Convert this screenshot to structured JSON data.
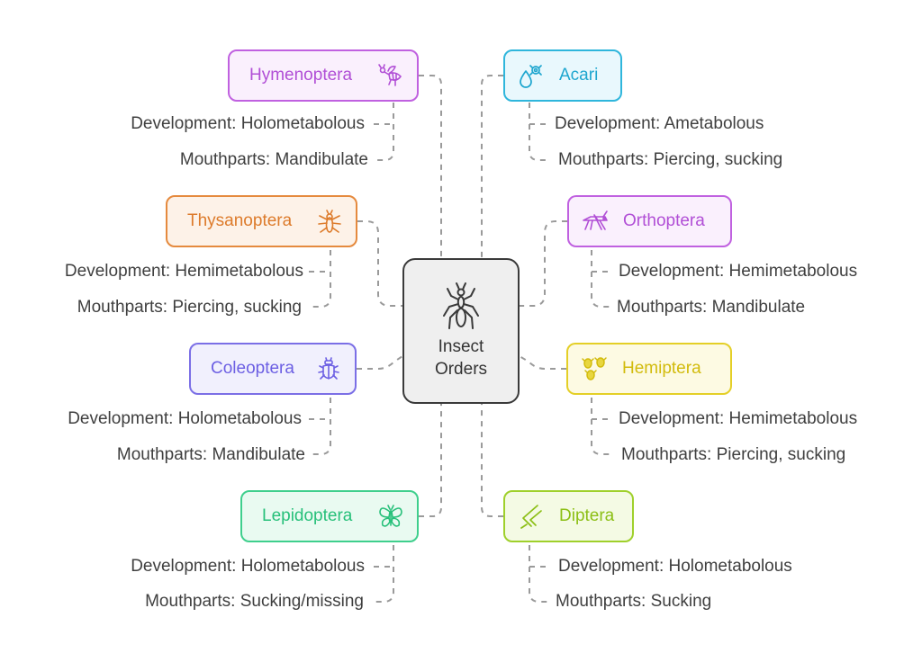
{
  "center": {
    "label": "Insect Orders",
    "icon": "ant-icon"
  },
  "orders": [
    {
      "id": "hymenoptera",
      "name": "Hymenoptera",
      "icon": "bee-icon",
      "color": "#c061e0",
      "development": "Development: Holometabolous",
      "mouthparts": "Mouthparts: Mandibulate"
    },
    {
      "id": "acari",
      "name": "Acari",
      "icon": "mite-drop-icon",
      "color": "#2fb6dc",
      "development": "Development: Ametabolous",
      "mouthparts": "Mouthparts: Piercing, sucking"
    },
    {
      "id": "thysanoptera",
      "name": "Thysanoptera",
      "icon": "thrips-icon",
      "color": "#e58a3e",
      "development": "Development: Hemimetabolous",
      "mouthparts": "Mouthparts: Piercing, sucking"
    },
    {
      "id": "orthoptera",
      "name": "Orthoptera",
      "icon": "grasshopper-icon",
      "color": "#c061e0",
      "development": "Development: Hemimetabolous",
      "mouthparts": "Mouthparts: Mandibulate"
    },
    {
      "id": "coleoptera",
      "name": "Coleoptera",
      "icon": "beetle-icon",
      "color": "#7b6fe6",
      "development": "Development: Holometabolous",
      "mouthparts": "Mouthparts: Mandibulate"
    },
    {
      "id": "hemiptera",
      "name": "Hemiptera",
      "icon": "bugs-icon",
      "color": "#e4cf27",
      "development": "Development: Hemimetabolous",
      "mouthparts": "Mouthparts: Piercing, sucking"
    },
    {
      "id": "lepidoptera",
      "name": "Lepidoptera",
      "icon": "butterfly-icon",
      "color": "#3fcf8d",
      "development": "Development: Holometabolous",
      "mouthparts": "Mouthparts: Sucking/missing"
    },
    {
      "id": "diptera",
      "name": "Diptera",
      "icon": "fly-icon",
      "color": "#9fd02b",
      "development": "Development: Holometabolous",
      "mouthparts": "Mouthparts: Sucking"
    }
  ]
}
